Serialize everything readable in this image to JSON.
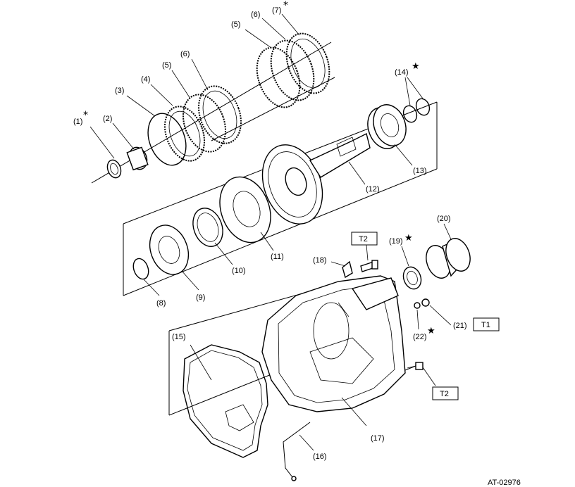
{
  "figure_id": "AT-02976",
  "callouts": {
    "c1": "(1)",
    "c2": "(2)",
    "c3": "(3)",
    "c4": "(4)",
    "c5a": "(5)",
    "c6a": "(6)",
    "c5b": "(5)",
    "c6b": "(6)",
    "c7": "(7)",
    "c8": "(8)",
    "c9": "(9)",
    "c10": "(10)",
    "c11": "(11)",
    "c12": "(12)",
    "c13": "(13)",
    "c14": "(14)",
    "c15": "(15)",
    "c16": "(16)",
    "c17": "(17)",
    "c18": "(18)",
    "c19": "(19)",
    "c20": "(20)",
    "c21": "(21)",
    "c22": "(22)"
  },
  "torque_refs": {
    "t2_top": "T2",
    "t1": "T1",
    "t2_bottom": "T2"
  },
  "marks": {
    "asterisk": "*",
    "star": "★"
  }
}
